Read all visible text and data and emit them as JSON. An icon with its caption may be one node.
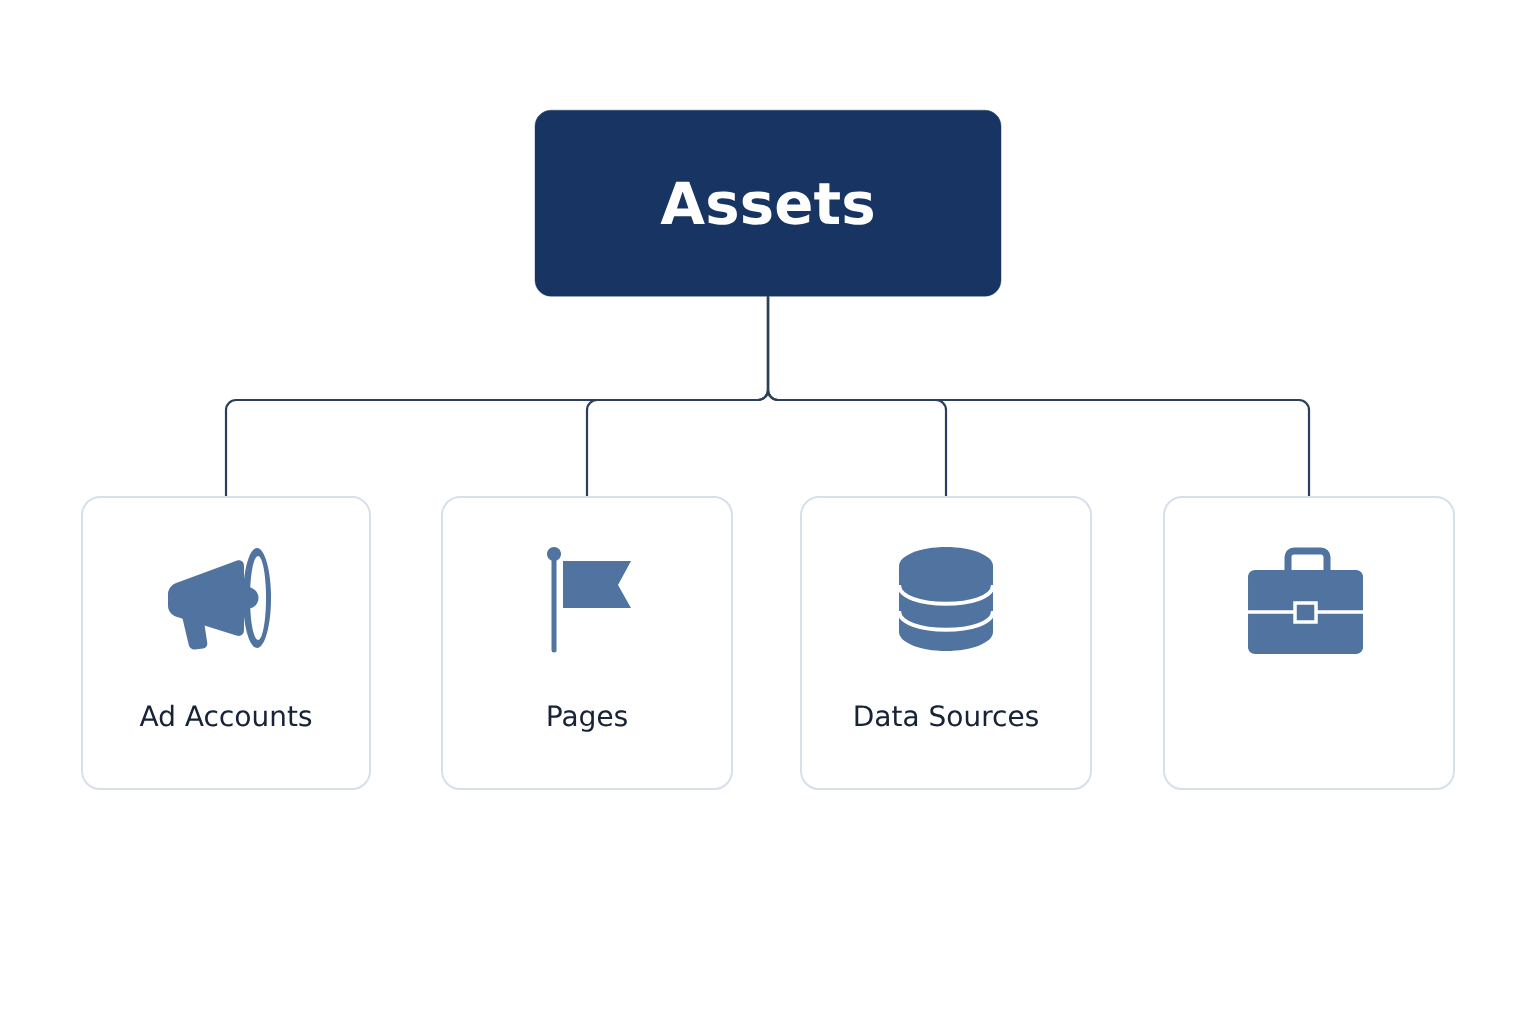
{
  "diagram": {
    "nodes": [
      {
        "text": [
          "Assets"
        ]
      },
      {
        "text": [
          "Ad Accounts"
        ]
      },
      {
        "text": [
          "Pages"
        ]
      },
      {
        "text": [
          "Data Sources"
        ]
      },
      {
        "text": [],
        "shape": "box"
      }
    ],
    "edges": [
      {
        "from": 0,
        "to": 1,
        "arrow": "none"
      },
      {
        "from": 0,
        "to": 2,
        "arrow": "none"
      },
      {
        "from": 0,
        "to": 3,
        "arrow": "none"
      },
      {
        "from": 0,
        "to": 4,
        "arrow": "none"
      }
    ]
  }
}
